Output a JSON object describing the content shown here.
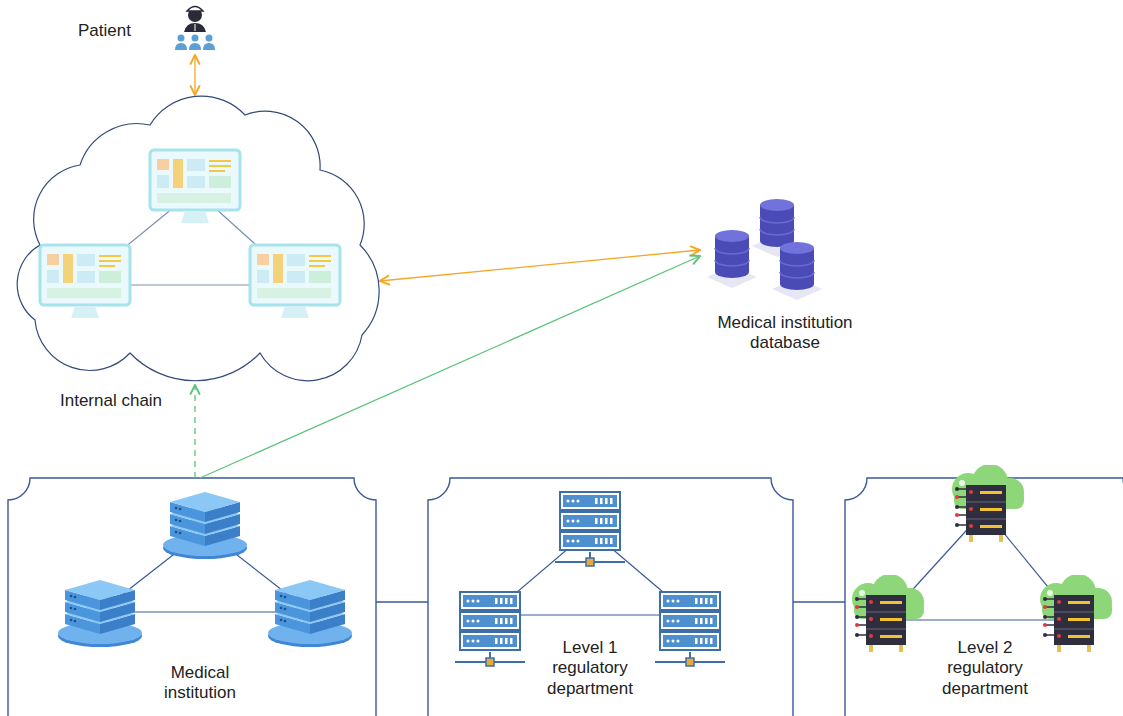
{
  "diagram": {
    "nodes": [
      {
        "text": [
          "Patient"
        ]
      },
      {
        "text": [
          "Internal chain"
        ]
      },
      {
        "text": [
          "Medical institution database"
        ]
      },
      {
        "text": [
          "Medical institution"
        ]
      },
      {
        "text": [
          "Level 1 regulatory department"
        ]
      },
      {
        "text": [
          "Level 2 regulatory department"
        ]
      }
    ],
    "edges": [
      {
        "from": 0,
        "to": 1,
        "arrow": "both"
      },
      {
        "from": 1,
        "to": 2,
        "arrow": "both"
      },
      {
        "from": 3,
        "to": 1,
        "arrow": "to"
      },
      {
        "from": 3,
        "to": 2,
        "arrow": "to"
      },
      {
        "from": 3,
        "to": 4,
        "arrow": "none"
      },
      {
        "from": 4,
        "to": 5,
        "arrow": "none"
      }
    ]
  }
}
